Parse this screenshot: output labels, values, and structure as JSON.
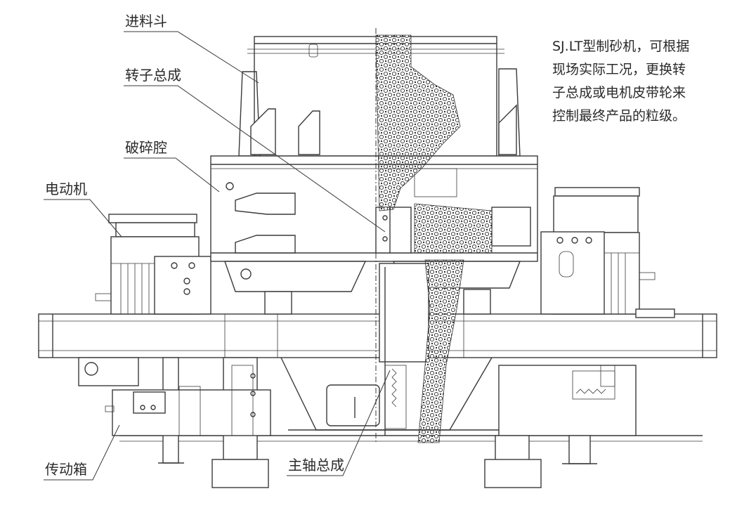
{
  "labels": {
    "hopper": "进料斗",
    "rotor": "转子总成",
    "chamber": "破碎腔",
    "motor": "电动机",
    "gearbox": "传动箱",
    "spindle": "主轴总成"
  },
  "description": [
    "SJ.LT型制砂机，可根据",
    "现场实际工况，更换转",
    "子总成或电机皮带轮来",
    "控制最终产品的粒级。"
  ]
}
